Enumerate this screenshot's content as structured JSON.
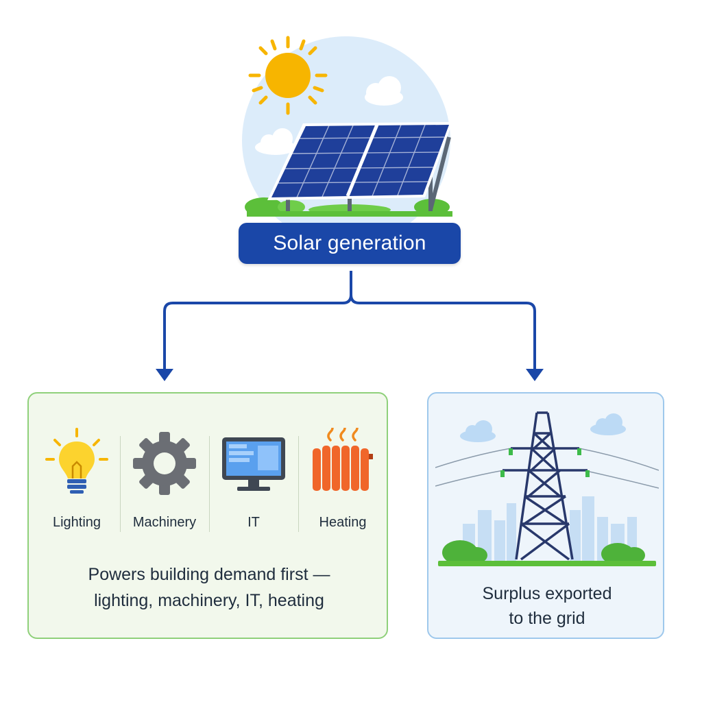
{
  "diagram": {
    "source": {
      "label": "Solar generation",
      "icons": [
        "sun-icon",
        "solar-panel-icon",
        "cloud-icon"
      ]
    },
    "branches": [
      {
        "id": "building-demand",
        "description_line1": "Powers building demand first —",
        "description_line2": "lighting, machinery, IT, heating",
        "loads": [
          {
            "label": "Lighting",
            "icon": "lightbulb-icon"
          },
          {
            "label": "Machinery",
            "icon": "gear-icon"
          },
          {
            "label": "IT",
            "icon": "computer-monitor-icon"
          },
          {
            "label": "Heating",
            "icon": "radiator-icon"
          }
        ]
      },
      {
        "id": "grid-export",
        "description_line1": "Surplus exported",
        "description_line2": "to the grid",
        "icon": "transmission-tower-icon"
      }
    ]
  },
  "colors": {
    "primary": "#1a47a8",
    "left_card_border": "#8fd07a",
    "right_card_border": "#9ec8ec",
    "sun": "#f7b500",
    "grass": "#5cbf3a",
    "heating": "#f0662a"
  }
}
